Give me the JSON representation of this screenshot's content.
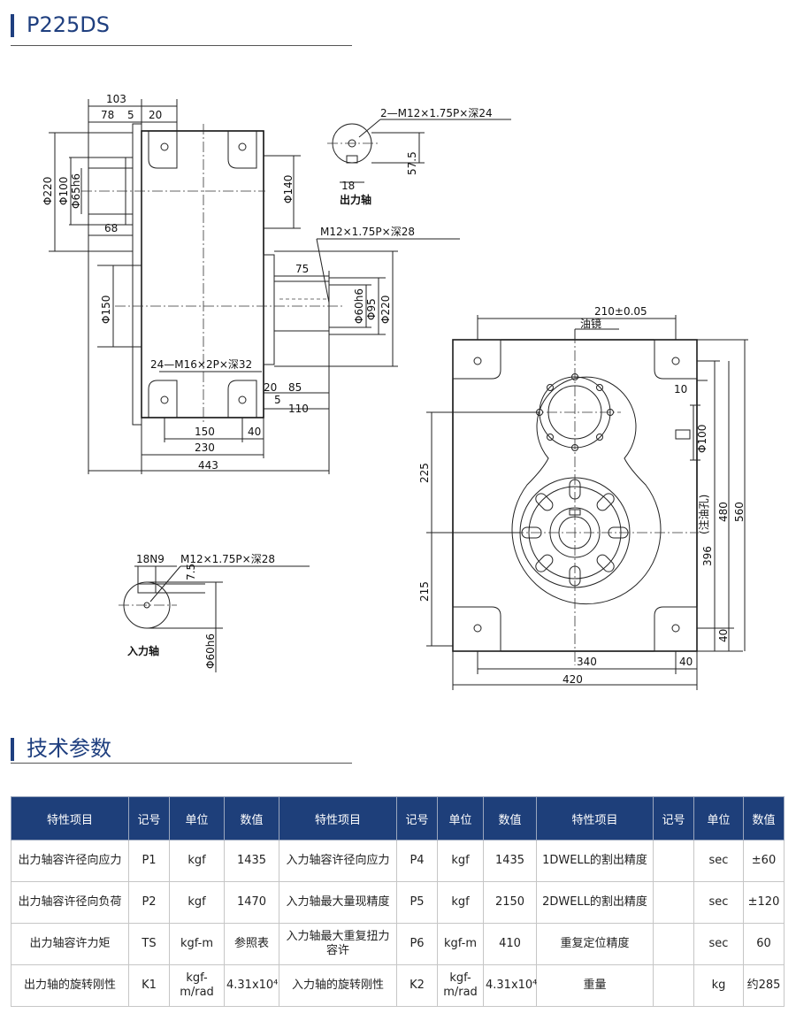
{
  "sections": {
    "drawing_title": "P225DS",
    "spec_title": "技术参数"
  },
  "drawing": {
    "labels": {
      "output_thread": "2—M12×1.75P×深24",
      "output_shaft": "出力轴",
      "input_shaft": "入力轴",
      "side_thread": "M12×1.75P×深28",
      "mount_thread": "24—M16×2P×深32",
      "input_thread": "M12×1.75P×深28",
      "oil_mirror": "油镜",
      "oil_hole": "(注油孔)"
    },
    "dims": {
      "d103": "103",
      "d78": "78",
      "d5a": "5",
      "d20a": "20",
      "phi220a": "Φ220",
      "phi100a": "Φ100",
      "phi65h6": "Φ65h6",
      "d68": "68",
      "phi140": "Φ140",
      "phi150": "Φ150",
      "d75": "75",
      "phi60h6a": "Φ60h6",
      "phi95": "Φ95",
      "phi220b": "Φ220",
      "d20b": "20",
      "d85": "85",
      "d5b": "5",
      "d110": "110",
      "d150": "150",
      "d40a": "40",
      "d230": "230",
      "d443": "443",
      "d575": "57.5",
      "d18tol": "18",
      "d18n9": "18N9",
      "d75b": "7.5",
      "phi60h6b": "Φ60h6",
      "d210": "210±0.05",
      "d10": "10",
      "phi100b": "Φ100",
      "d225": "225",
      "d215": "215",
      "d396": "396",
      "d480": "480",
      "d560": "560",
      "d40b": "40",
      "d340": "340",
      "d40c": "40",
      "d420": "420"
    }
  },
  "table": {
    "headers": [
      "特性项目",
      "记号",
      "单位",
      "数值",
      "特性项目",
      "记号",
      "单位",
      "数值",
      "特性项目",
      "记号",
      "单位",
      "数值"
    ],
    "rows": [
      [
        "出力轴容许径向应力",
        "P1",
        "kgf",
        "1435",
        "入力轴容许径向应力",
        "P4",
        "kgf",
        "1435",
        "1DWELL的割出精度",
        "",
        "sec",
        "±60"
      ],
      [
        "出力轴容许径向负荷",
        "P2",
        "kgf",
        "1470",
        "入力轴最大量现精度",
        "P5",
        "kgf",
        "2150",
        "2DWELL的割出精度",
        "",
        "sec",
        "±120"
      ],
      [
        "出力轴容许力矩",
        "TS",
        "kgf-m",
        "参照表",
        "入力轴最大重复扭力容许",
        "P6",
        "kgf-m",
        "410",
        "重复定位精度",
        "",
        "sec",
        "60"
      ],
      [
        "出力轴的旋转刚性",
        "K1",
        "kgf-m/rad",
        "4.31x10⁴",
        "入力轴的旋转刚性",
        "K2",
        "kgf-m/rad",
        "4.31x10⁴",
        "重量",
        "",
        "kg",
        "约285"
      ]
    ]
  }
}
